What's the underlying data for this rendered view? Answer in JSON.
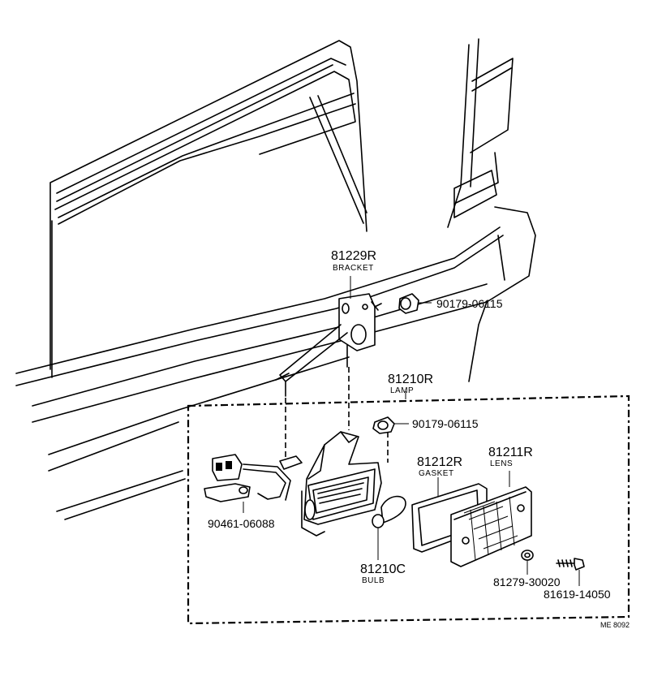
{
  "callouts": {
    "bracket_part": "81229R",
    "bracket_name": "BRACKET",
    "nut_upper": "90179-06115",
    "lamp_part": "81210R",
    "lamp_name": "LAMP",
    "nut_lower": "90179-06115",
    "gasket_part": "81212R",
    "gasket_name": "GASKET",
    "lens_part": "81211R",
    "lens_name": "LENS",
    "clip_part": "90461-06088",
    "bulb_part": "81210C",
    "bulb_name": "BULB",
    "washer_part": "81279-30020",
    "screw_part": "81619-14050"
  },
  "drawing_code": "ME 8092"
}
